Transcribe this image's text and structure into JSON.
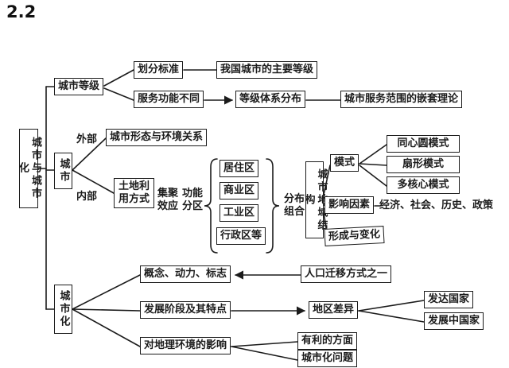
{
  "title": "2.2",
  "colors": {
    "ink": "#1b1b1b",
    "background": "#ffffff"
  },
  "root": {
    "label": "城市与城市化"
  },
  "city_rank": {
    "label": "城市等级",
    "criteria": "划分标准",
    "main_ranks": "我国城市的主要等级",
    "service_diff": "服务功能不同",
    "rank_system": "等级体系分布",
    "nested_theory": "城市服务范围的嵌套理论"
  },
  "city": {
    "label": "城市",
    "external": "外部",
    "internal": "内部",
    "morphology": "城市形态与环境关系",
    "land_use": "土地利用方式",
    "agglomeration": "集聚效应",
    "functional_zoning": "功能分区",
    "zones": [
      "居住区",
      "商业区",
      "工业区",
      "行政区等"
    ],
    "distribution": "分布组合",
    "spatial_structure": "城市地域结构",
    "model": "模式",
    "models": [
      "同心圆模式",
      "扇形模式",
      "多核心模式"
    ],
    "factors": "影响因素",
    "factor_items": "经济、社会、历史、政策",
    "formation": "形成与变化"
  },
  "urbanization": {
    "label": "城市化",
    "concept": "概念、动力、标志",
    "migration": "人口迁移方式之一",
    "stages": "发展阶段及其特点",
    "regional_diff": "地区差异",
    "developed": "发达国家",
    "developing": "发展中国家",
    "impact": "对地理环境的影响",
    "benefits": "有利的方面",
    "problems": "城市化问题"
  }
}
